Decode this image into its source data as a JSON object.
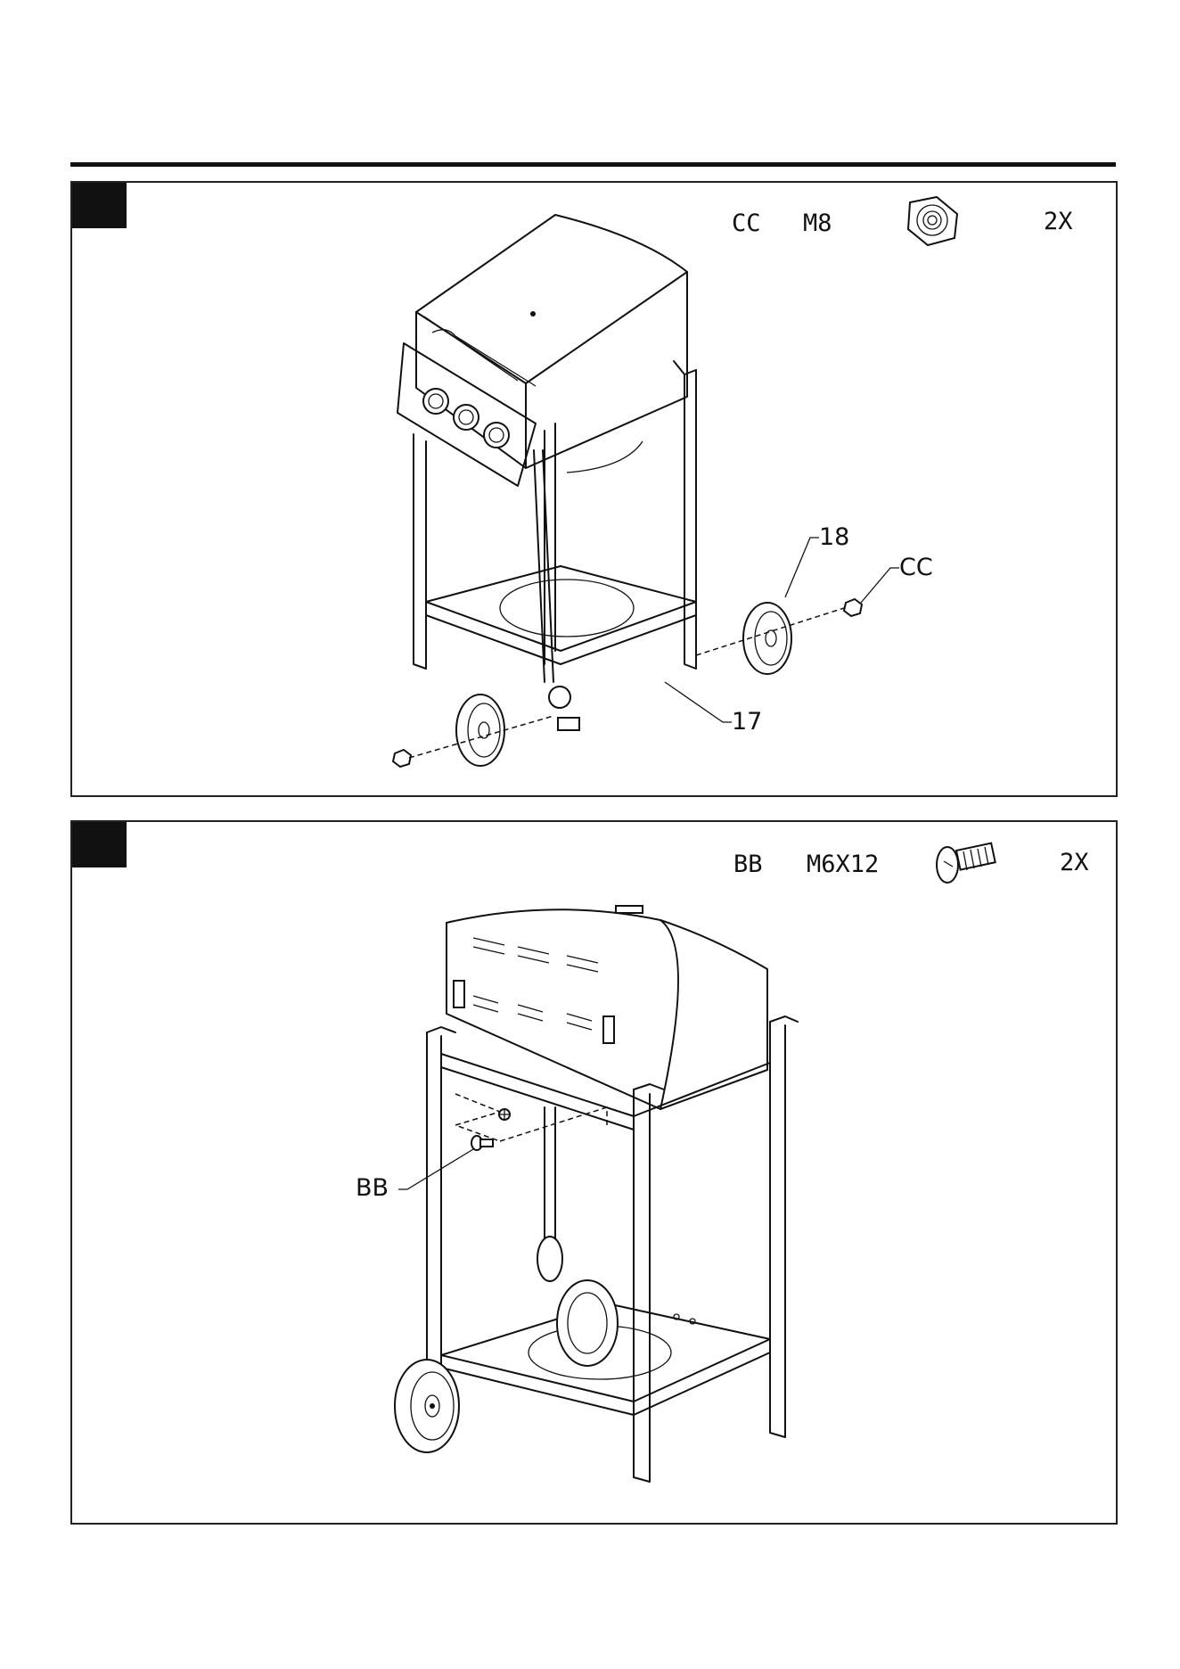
{
  "steps": [
    {
      "hardware": {
        "code": "CC",
        "size": "M8",
        "qty": "2X",
        "icon": "lock-nut-icon"
      },
      "callouts": {
        "wheel": "18",
        "nut": "CC",
        "axle": "17"
      }
    },
    {
      "hardware": {
        "code": "BB",
        "size": "M6X12",
        "qty": "2X",
        "icon": "bolt-icon"
      },
      "callouts": {
        "bolt": "BB"
      }
    }
  ]
}
